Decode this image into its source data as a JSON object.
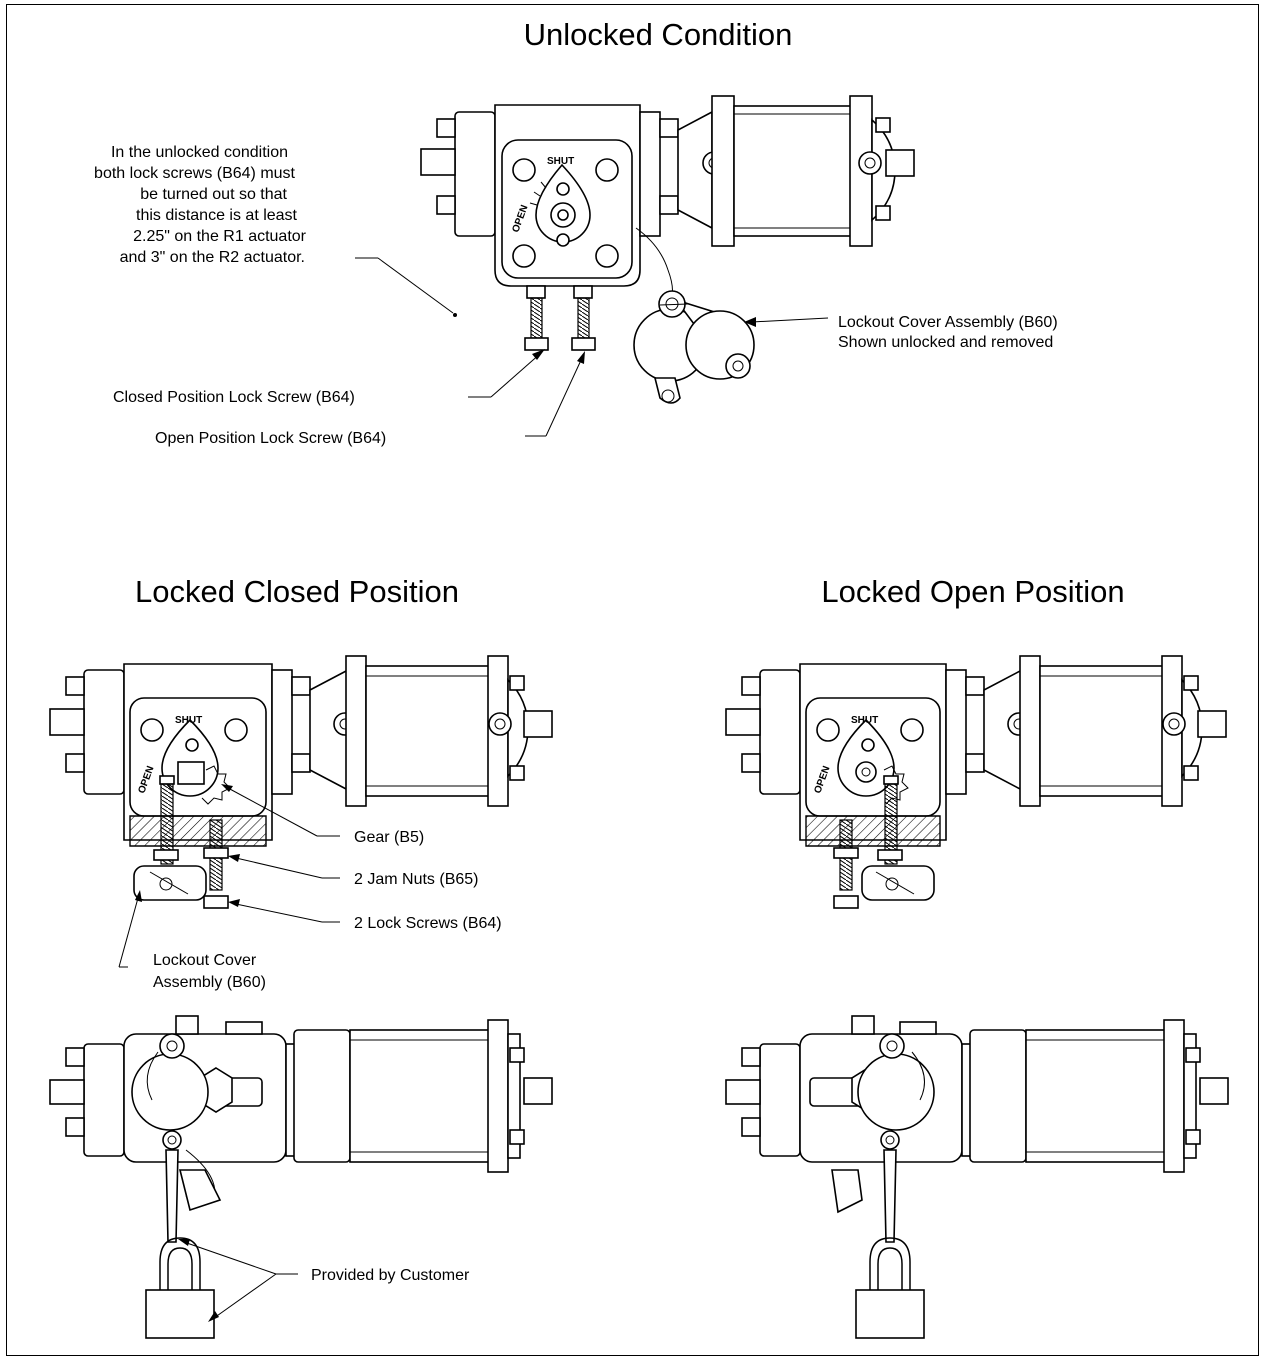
{
  "titles": {
    "unlocked": "Unlocked Condition",
    "locked_closed": "Locked Closed Position",
    "locked_open": "Locked Open Position"
  },
  "note": {
    "lines": [
      "In the unlocked condition",
      "both lock screws (B64) must",
      "be turned out so that",
      "this distance is at least",
      "2.25\" on the R1 actuator",
      "and 3\" on the R2 actuator."
    ]
  },
  "callouts": {
    "lockout_cover_assembly": "Lockout Cover Assembly (B60)",
    "shown_unlocked": "Shown unlocked and removed",
    "closed_lock_screw": "Closed Position Lock Screw (B64)",
    "open_lock_screw": "Open Position Lock Screw (B64)",
    "gear": "Gear (B5)",
    "jam_nuts": "2 Jam Nuts (B65)",
    "lock_screws": "2 Lock Screws (B64)",
    "lockout_cover_line1": "Lockout Cover",
    "lockout_cover_line2": "Assembly (B60)",
    "provided_by_customer": "Provided by Customer"
  },
  "dial": {
    "shut": "SHUT",
    "open": "OPEN"
  }
}
